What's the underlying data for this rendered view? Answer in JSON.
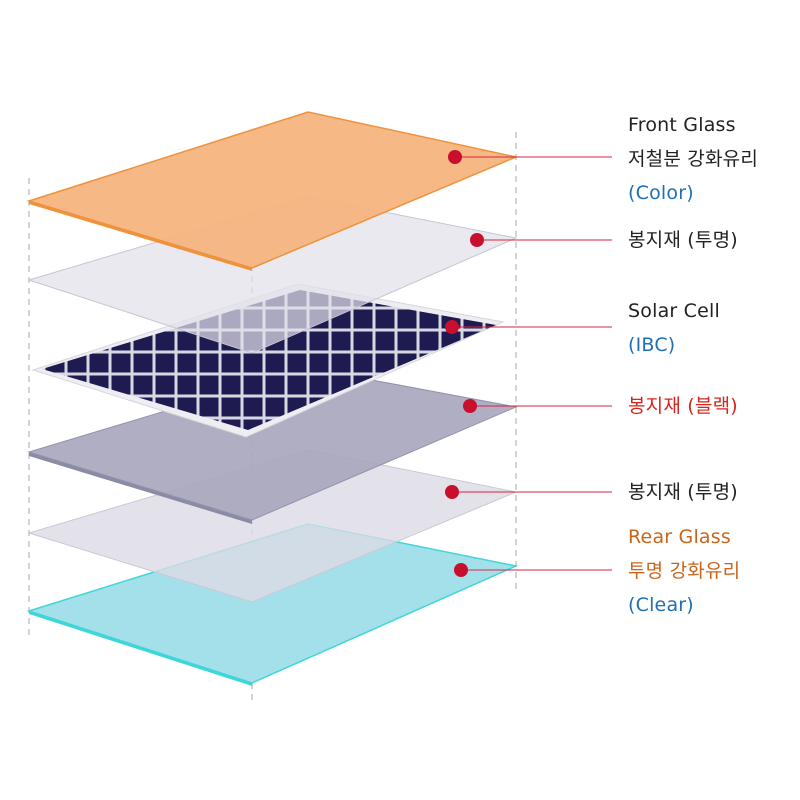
{
  "colors": {
    "front_glass": "#f6b47e",
    "front_glass_edge": "#f0923c",
    "encapsulant_clear": "#e6e5ec",
    "solar_cell": "#1d1b50",
    "encapsulant_black": "#a6a5bb",
    "rear_glass": "#8fdbe8",
    "rear_glass_edge": "#3fd6d8",
    "leader": "#d7263d",
    "dot": "#c8102e",
    "label_blue": "#1f6fb5",
    "label_red": "#d7261e",
    "label_orange": "#c8661e"
  },
  "labels": {
    "front_glass": {
      "line1": "Front Glass",
      "line2": "저철분 강화유리",
      "line3": "(Color)"
    },
    "encapsulant_top": {
      "line1": "봉지재 (투명)"
    },
    "solar_cell": {
      "line1": "Solar Cell",
      "line2": "(IBC)"
    },
    "encapsulant_black": {
      "line1": "봉지재 (블랙)"
    },
    "encapsulant_bottom": {
      "line1": "봉지재 (투명)"
    },
    "rear_glass": {
      "line1": "Rear Glass",
      "line2": "투명 강화유리",
      "line3": "(Clear)"
    }
  }
}
